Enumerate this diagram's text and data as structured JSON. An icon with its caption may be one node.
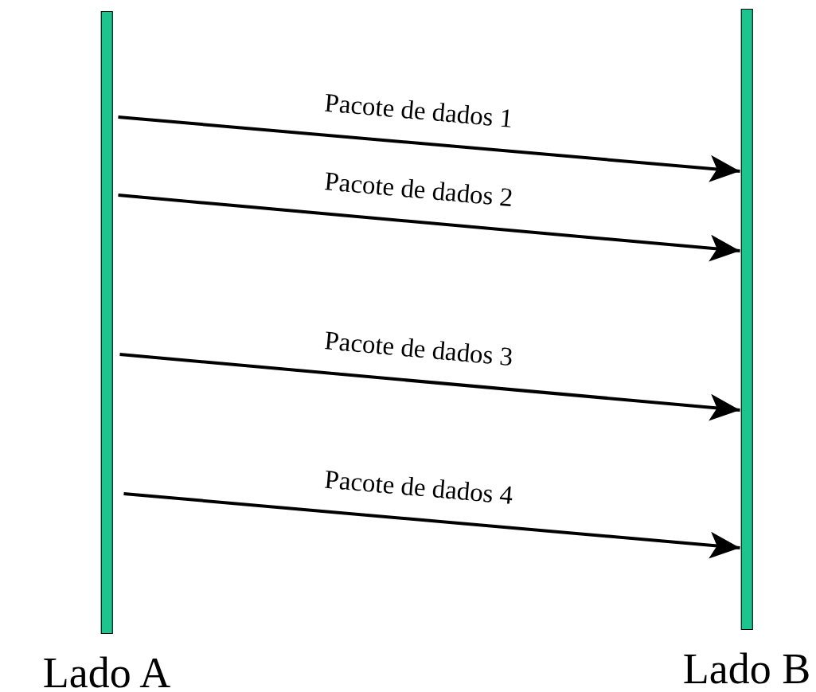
{
  "diagram": {
    "nodes": [
      {
        "text": [
          "Lado A"
        ]
      },
      {
        "text": [
          "Lado B"
        ]
      }
    ],
    "edges": [
      {
        "from": 0,
        "to": 1,
        "arrow": "to",
        "label": "Pacote de dados 1"
      },
      {
        "from": 0,
        "to": 1,
        "arrow": "to",
        "label": "Pacote de dados 2"
      },
      {
        "from": 0,
        "to": 1,
        "arrow": "to",
        "label": "Pacote de dados 3"
      },
      {
        "from": 0,
        "to": 1,
        "arrow": "to",
        "label": "Pacote de dados 4"
      }
    ]
  }
}
